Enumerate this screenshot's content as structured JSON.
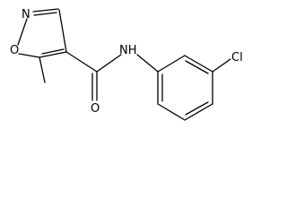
{
  "molecule": {
    "atoms": {
      "ring_n": "N",
      "ring_o": "O",
      "amide_nh": "NH",
      "carbonyl_o": "O",
      "chlorine": "Cl"
    }
  }
}
